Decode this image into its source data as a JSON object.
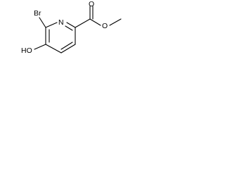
{
  "molecule": {
    "atoms": {
      "bromine": "Br",
      "ring_nitrogen": "N",
      "hydroxyl": "HO",
      "carbonyl_oxygen": "O",
      "ester_oxygen": "O"
    }
  }
}
